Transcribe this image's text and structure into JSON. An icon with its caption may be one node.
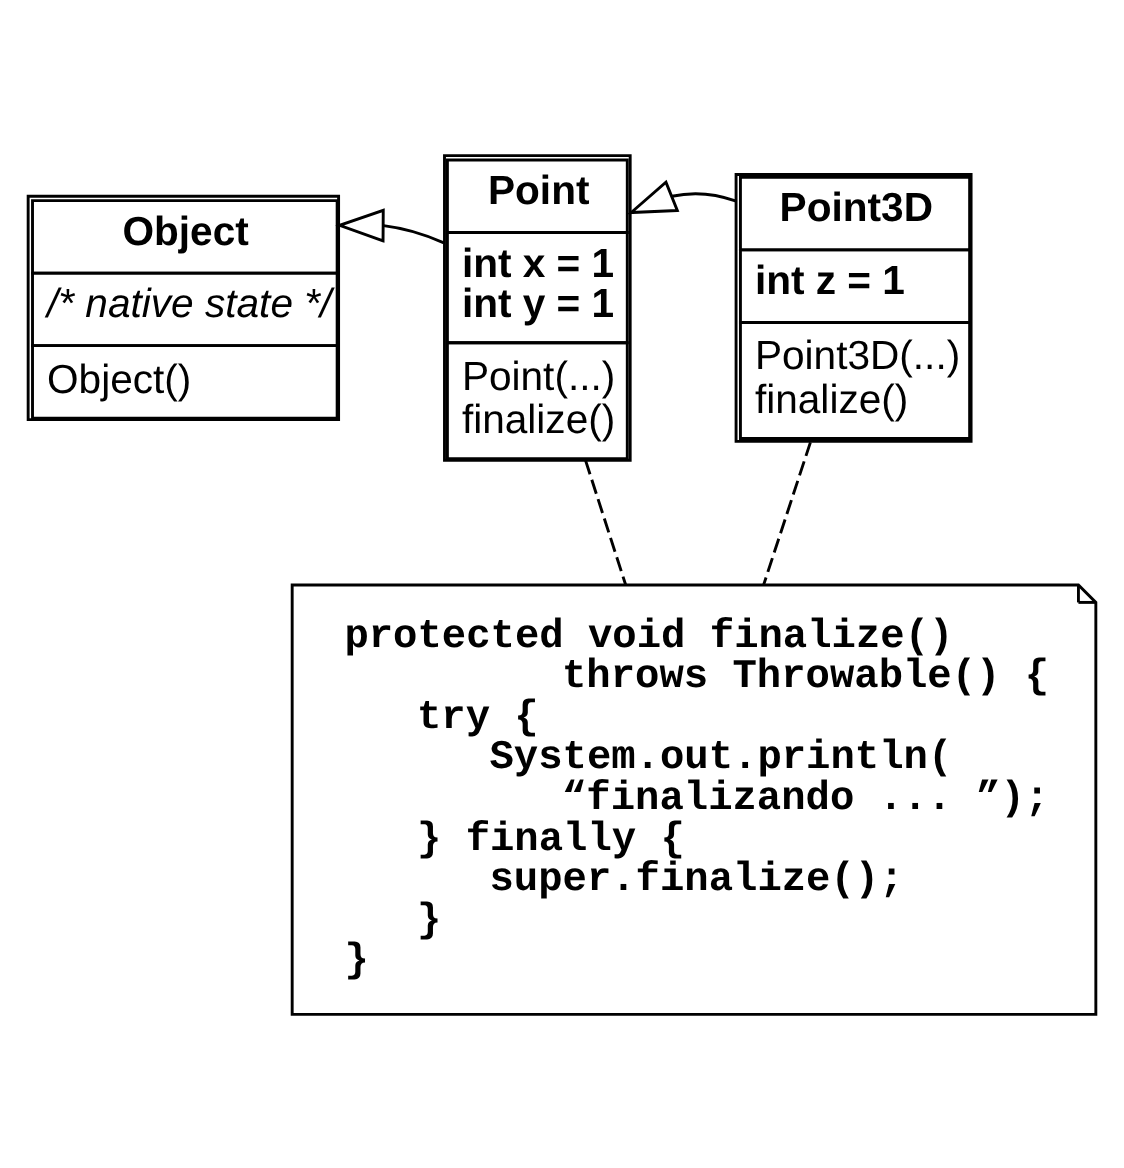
{
  "diagram": {
    "nodes": [
      {
        "text": [
          "Object",
          "/* native state */",
          "Object()"
        ]
      },
      {
        "text": [
          "Point",
          "int x = 1",
          "int y = 1",
          "Point(...)",
          "finalize()"
        ]
      },
      {
        "text": [
          "Point3D",
          "int z = 1",
          "Point3D(...)",
          "finalize()"
        ]
      },
      {
        "text": [
          "protected void finalize()",
          "throws Throwable() {",
          "try {",
          "System.out.println(",
          "“finalizando ... ”);",
          "} finally {",
          "super.finalize();",
          "}",
          "}"
        ]
      }
    ],
    "edges": [
      {
        "from": 1,
        "to": 0,
        "arrow": "to"
      },
      {
        "from": 2,
        "to": 1,
        "arrow": "to"
      },
      {
        "from": 1,
        "to": 3,
        "arrow": "none",
        "style": "dashed"
      },
      {
        "from": 2,
        "to": 3,
        "arrow": "none",
        "style": "dashed"
      }
    ]
  }
}
